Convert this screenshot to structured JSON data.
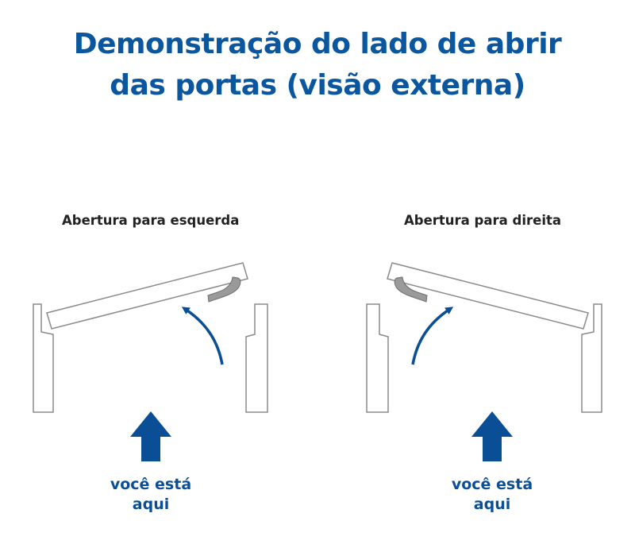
{
  "title": {
    "line1": "Demonstração do lado de abrir",
    "line2": "das portas (visão externa)"
  },
  "panels": [
    {
      "label": "Abertura para esquerda",
      "you_are_here": {
        "line1": "você está",
        "line2": "aqui"
      },
      "icons": [
        "door-frame-icon",
        "door-leaf-icon",
        "door-handle-icon",
        "opening-direction-arrow-icon",
        "up-arrow-icon"
      ]
    },
    {
      "label": "Abertura para direita",
      "you_are_here": {
        "line1": "você está",
        "line2": "aqui"
      },
      "icons": [
        "door-frame-icon",
        "door-leaf-icon",
        "door-handle-icon",
        "opening-direction-arrow-icon",
        "up-arrow-icon"
      ]
    }
  ],
  "colors": {
    "title": "#0a57a0",
    "accent": "#0a4f96",
    "outline": "#8a8a8a",
    "handle": "#9a9a9a"
  }
}
